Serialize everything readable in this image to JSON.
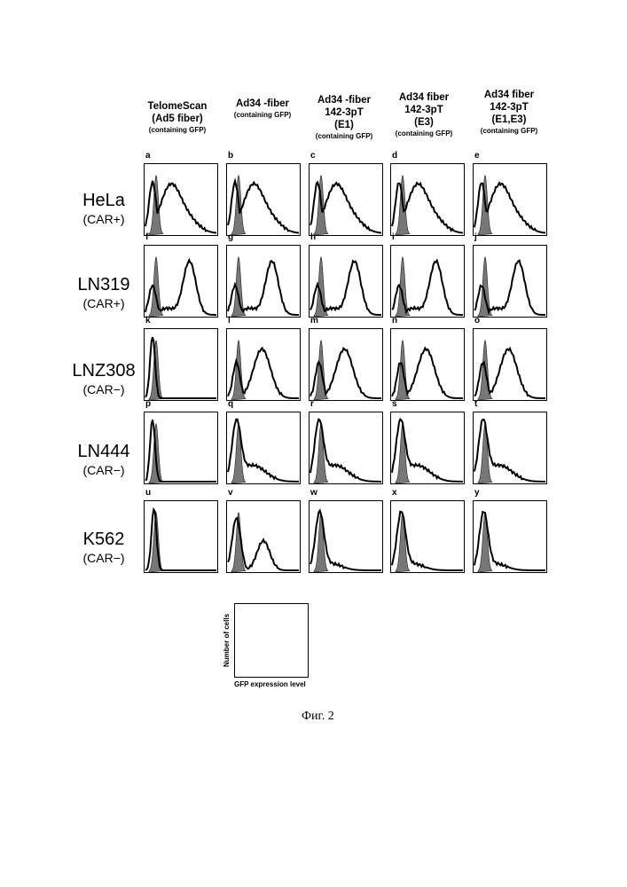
{
  "columns": [
    {
      "line1": "TelomeScan",
      "line2": "(Ad5 fiber)",
      "line3": "",
      "line4": "",
      "note": "(containing GFP)"
    },
    {
      "line1": "Ad34 -fiber",
      "line2": "",
      "line3": "",
      "line4": "",
      "note": "(containing GFP)"
    },
    {
      "line1": "Ad34 -fiber",
      "line2": "142-3pT",
      "line3": "(E1)",
      "line4": "",
      "note": "(containing GFP)"
    },
    {
      "line1": "Ad34  fiber",
      "line2": "142-3pT",
      "line3": "(E3)",
      "line4": "",
      "note": "(containing GFP)"
    },
    {
      "line1": "Ad34  fiber",
      "line2": "142-3pT",
      "line3": "(E1,E3)",
      "line4": "",
      "note": "(containing GFP)"
    }
  ],
  "rows": [
    {
      "name": "HeLa",
      "car": "(CAR+)"
    },
    {
      "name": "LN319",
      "car": "(CAR+)"
    },
    {
      "name": "LNZ308",
      "car": "(CAR−)"
    },
    {
      "name": "LN444",
      "car": "(CAR−)"
    },
    {
      "name": "K562",
      "car": "(CAR−)"
    }
  ],
  "panel_letters": [
    "a",
    "b",
    "c",
    "d",
    "e",
    "f",
    "g",
    "h",
    "i",
    "j",
    "k",
    "l",
    "m",
    "n",
    "o",
    "p",
    "q",
    "r",
    "s",
    "t",
    "u",
    "v",
    "w",
    "x",
    "y"
  ],
  "legend": {
    "ylabel": "Number of cells",
    "xlabel": "GFP expression level"
  },
  "caption": "Фиг. 2"
}
